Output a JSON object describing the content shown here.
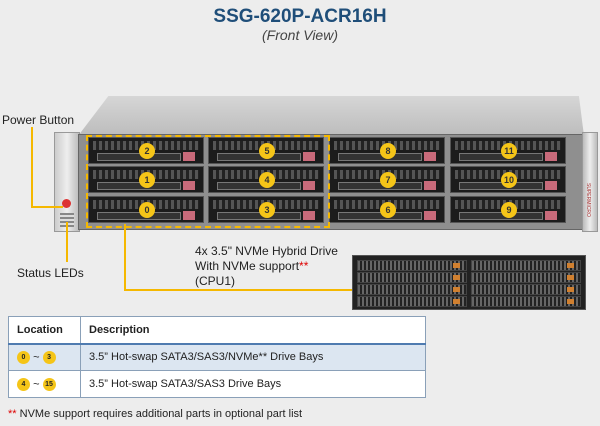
{
  "title": "SSG-620P-ACR16H",
  "subtitle": "(Front View)",
  "callouts": {
    "power_button": "Power Button",
    "status_leds": "Status LEDs",
    "nvme_line1": "4x 3.5\" NVMe Hybrid Drive",
    "nvme_line2": "With NVMe support",
    "nvme_stars": "**",
    "nvme_line3": "(CPU1)"
  },
  "bays": [
    {
      "n": "2"
    },
    {
      "n": "5"
    },
    {
      "n": "8"
    },
    {
      "n": "11"
    },
    {
      "n": "1"
    },
    {
      "n": "4"
    },
    {
      "n": "7"
    },
    {
      "n": "10"
    },
    {
      "n": "0"
    },
    {
      "n": "3"
    },
    {
      "n": "6"
    },
    {
      "n": "9"
    }
  ],
  "brand": "SUPERMICRO",
  "table": {
    "headers": [
      "Location",
      "Description"
    ],
    "rows": [
      {
        "from": "0",
        "sep": "~",
        "to": "3",
        "desc": "3.5” Hot-swap SATA3/SAS3/NVMe** Drive Bays"
      },
      {
        "from": "4",
        "sep": "~",
        "to": "15",
        "desc": "3.5” Hot-swap SATA3/SAS3 Drive Bays"
      }
    ]
  },
  "footnote": {
    "stars": "**",
    "text": " NVMe support requires additional parts in optional part list"
  },
  "colors": {
    "accent": "#f5b800",
    "title": "#1f4e79"
  }
}
